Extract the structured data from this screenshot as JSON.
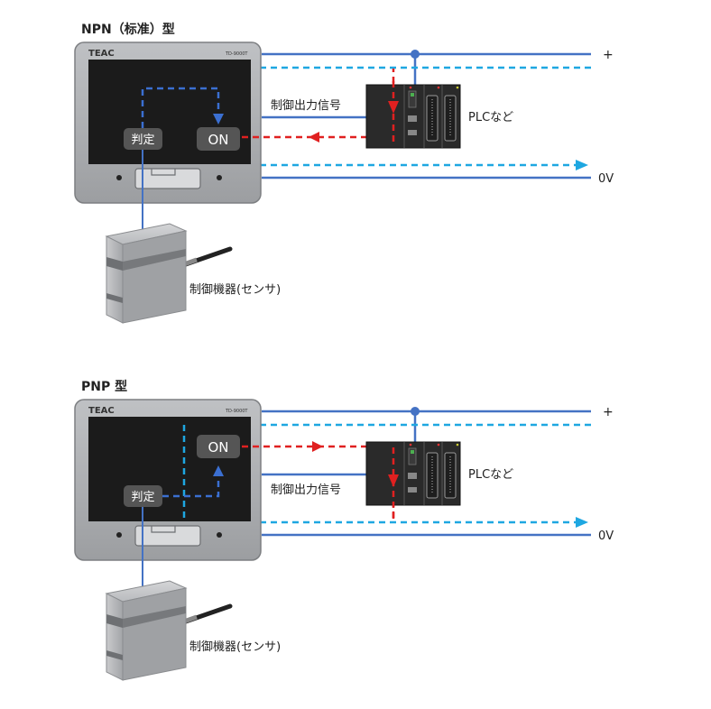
{
  "diagrams": [
    {
      "title": "NPN（标准）型",
      "device": {
        "brand": "TEAC",
        "model": "TD-9000T"
      },
      "judge_label": "判定",
      "on_label": "ON",
      "signal_label": "制御出力信号",
      "plc_label": "PLCなど",
      "plus_label": "+",
      "zero_label": "0V",
      "sensor_label": "制御機器(センサ)"
    },
    {
      "title": "PNP 型",
      "device": {
        "brand": "TEAC",
        "model": "TD-9000T"
      },
      "judge_label": "判定",
      "on_label": "ON",
      "signal_label": "制御出力信号",
      "plc_label": "PLCなど",
      "plus_label": "+",
      "zero_label": "0V",
      "sensor_label": "制御機器(センサ)"
    }
  ],
  "colors": {
    "power_line": "#4472c4",
    "dashed_cyan": "#1ea7e1",
    "dashed_blue": "#3b6fd1",
    "dashed_red": "#e02020",
    "device_body": "#a7a9ac",
    "screen": "#1b1b1b"
  }
}
